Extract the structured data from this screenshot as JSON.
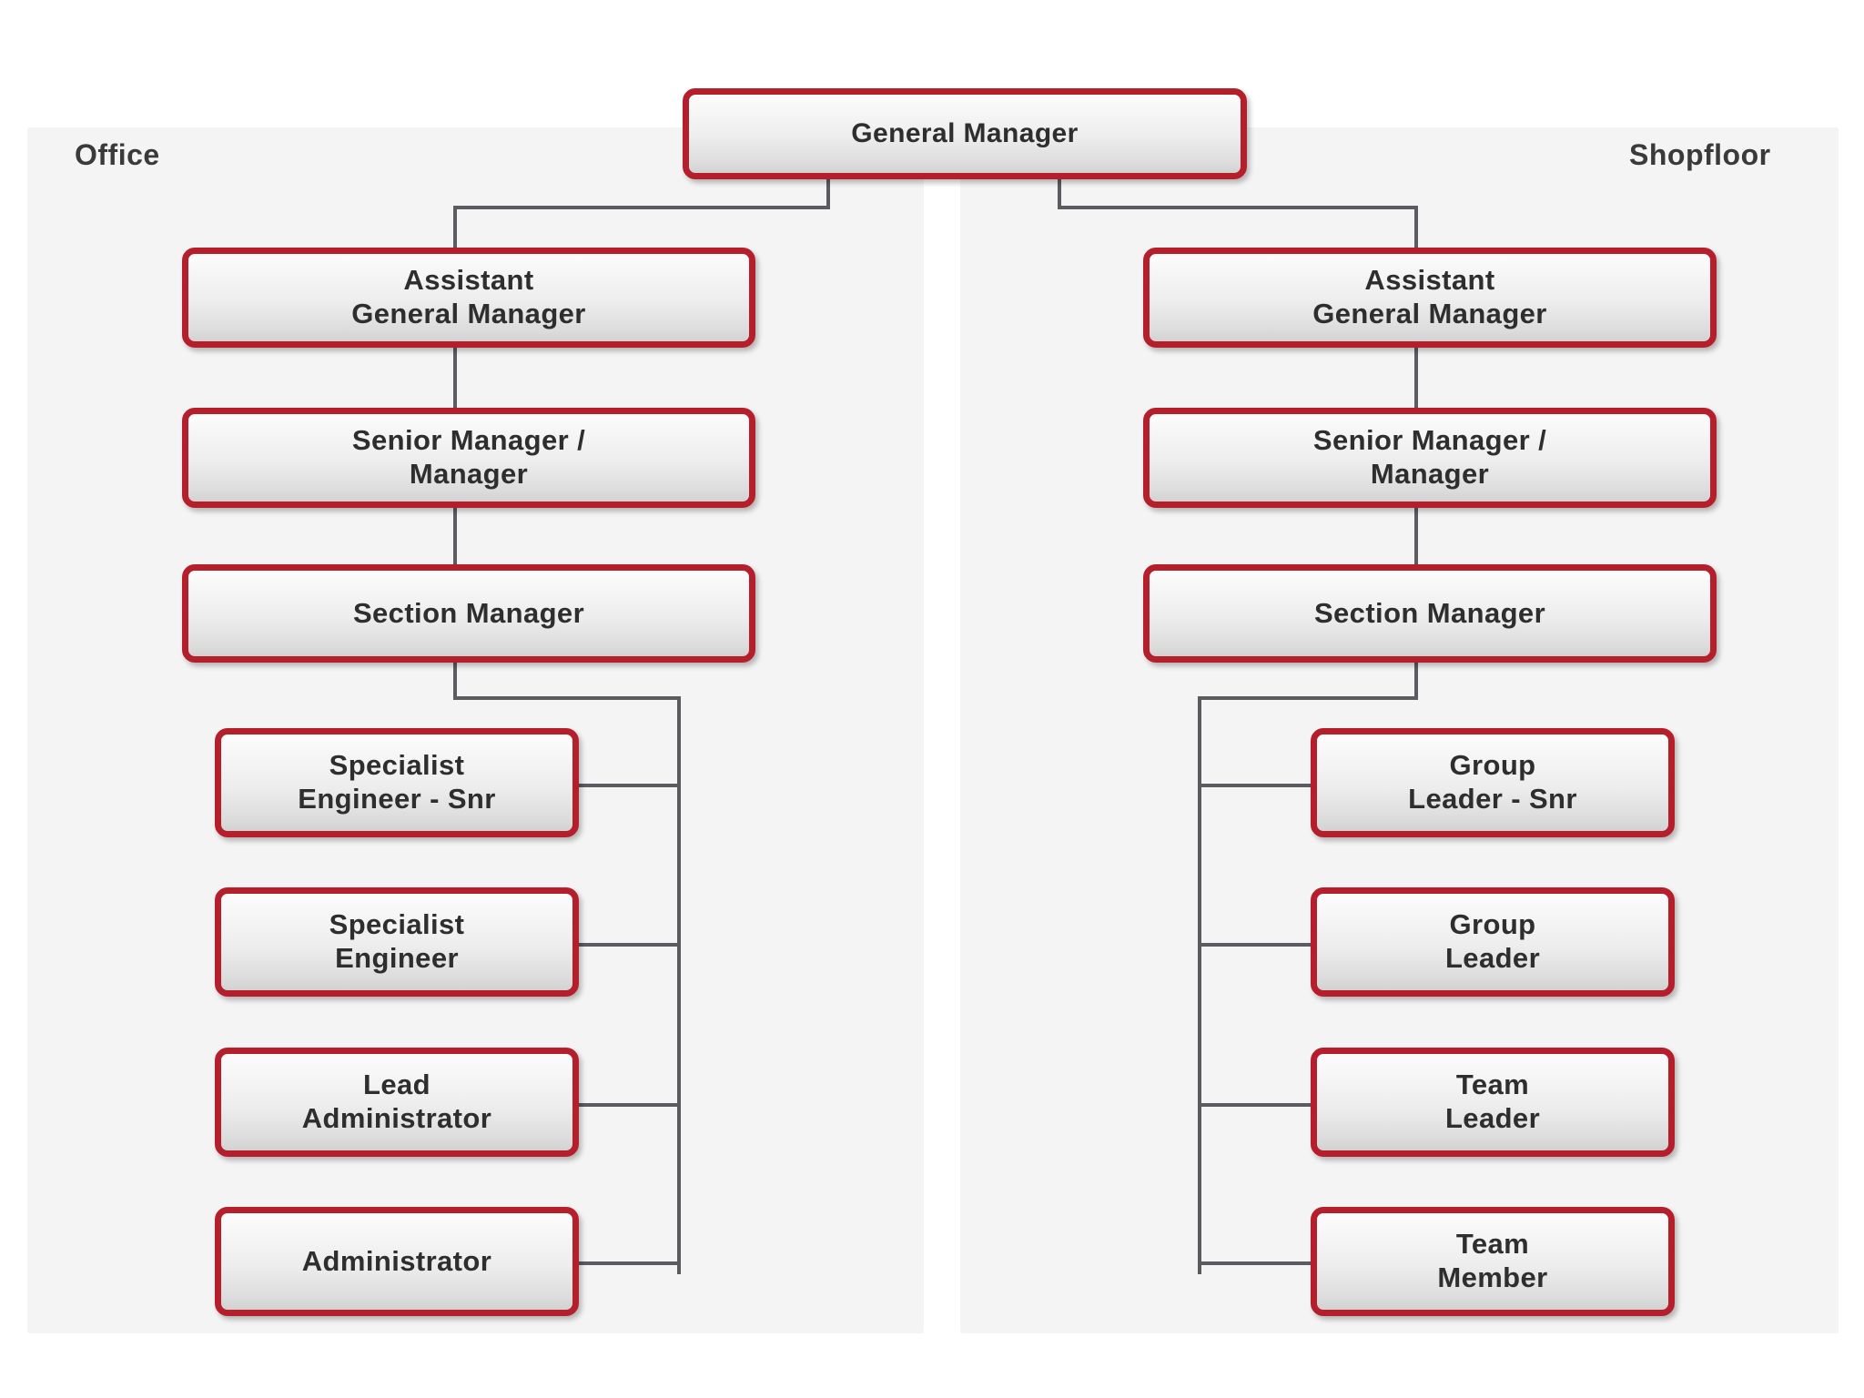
{
  "diagram": {
    "title_root": "General Manager",
    "panels": [
      {
        "id": "office",
        "label": "Office"
      },
      {
        "id": "shopfloor",
        "label": "Shopfloor"
      }
    ],
    "colors": {
      "node_border": "#b51f2b",
      "node_fill_top": "#fcfcfc",
      "node_fill_bottom": "#d2d2d2",
      "connector": "#5a5c60",
      "panel_background": "#f4f4f5",
      "page_background": "#ffffff",
      "text": "#2e2e2e"
    },
    "office_nodes": [
      {
        "label": "Assistant\nGeneral Manager"
      },
      {
        "label": "Senior Manager /\nManager"
      },
      {
        "label": "Section Manager"
      },
      {
        "label": "Specialist\nEngineer - Snr"
      },
      {
        "label": "Specialist\nEngineer"
      },
      {
        "label": "Lead\nAdministrator"
      },
      {
        "label": "Administrator"
      }
    ],
    "shopfloor_nodes": [
      {
        "label": "Assistant\nGeneral Manager"
      },
      {
        "label": "Senior Manager /\nManager"
      },
      {
        "label": "Section Manager"
      },
      {
        "label": "Group\nLeader - Snr"
      },
      {
        "label": "Group\nLeader"
      },
      {
        "label": "Team\nLeader"
      },
      {
        "label": "Team\nMember"
      }
    ]
  }
}
